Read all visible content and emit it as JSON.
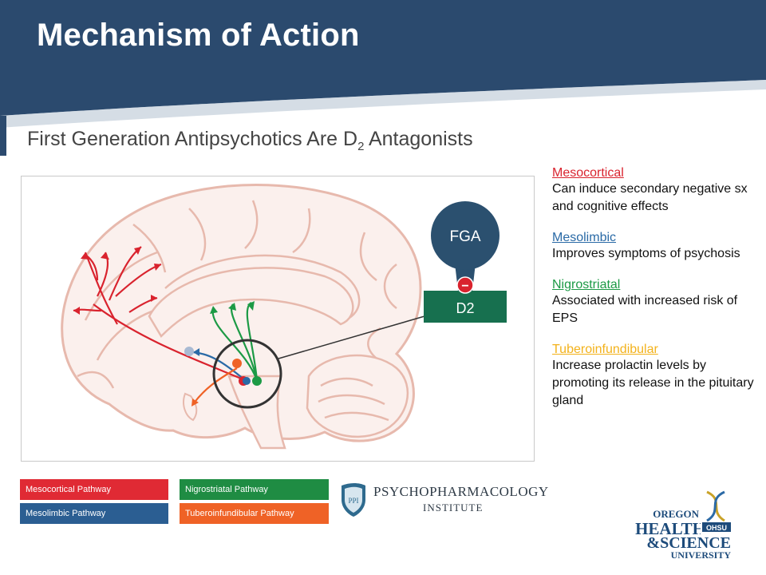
{
  "slide": {
    "title": "Mechanism of Action",
    "subtitle_main": "First Generation Antipsychotics Are D",
    "subtitle_sub": "2",
    "subtitle_end": " Antagonists"
  },
  "diagram": {
    "drug_label": "FGA",
    "receptor_label": "D2",
    "block_symbol": "−"
  },
  "pathways": [
    {
      "name": "Mesocortical",
      "color": "#d9232e",
      "description": "Can induce secondary negative sx and cognitive effects"
    },
    {
      "name": "Mesolimbic",
      "color": "#2a6aa6",
      "description": "Improves symptoms of psychosis"
    },
    {
      "name": "Nigrostriatal",
      "color": "#1c9a45",
      "description": "Associated with increased risk of EPS"
    },
    {
      "name": "Tuberoinfundibular",
      "color": "#f3b21b",
      "description": "Increase prolactin levels by promoting its release in the pituitary gland"
    }
  ],
  "legend": [
    {
      "label": "Mesocortical Pathway",
      "color": "#e02a34"
    },
    {
      "label": "Nigrostriatal Pathway",
      "color": "#1f8c43"
    },
    {
      "label": "Mesolimbic Pathway",
      "color": "#2b5e92"
    },
    {
      "label": "Tuberoinfundibular Pathway",
      "color": "#ef6226"
    }
  ],
  "logos": {
    "ppi_line1": "PSYCHOPHARMACOLOGY",
    "ppi_line2": "INSTITUTE",
    "ppi_mark": "PPI",
    "ohsu_line1": "OREGON",
    "ohsu_line2": "HEALTH",
    "ohsu_line3": "&SCIENCE",
    "ohsu_line4": "UNIVERSITY",
    "ohsu_badge": "OHSU"
  },
  "colors": {
    "header": "#2b4a6e",
    "brain_outline": "#e7b9ad",
    "brain_fill": "#fbf0ed",
    "receptor": "#17704f",
    "drug": "#2b506f",
    "block": "#d9232e"
  }
}
